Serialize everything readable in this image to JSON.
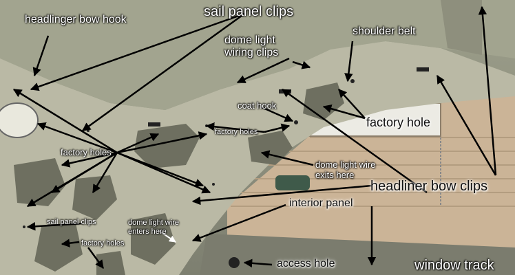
{
  "image": {
    "subject": "Car interior rear roof structure with annotated clips and holes",
    "colors": {
      "metal": "#b9b8a4",
      "shadow": "#6e6f60",
      "siding": "#cbb497",
      "window": "#ece9e1",
      "arrow": "#000000"
    }
  },
  "labels": {
    "headliner_bow_hook": "headlinger bow hook",
    "sail_panel_clips_top": "sail panel clips",
    "dome_light_wiring_clips": "dome light\nwiring clips",
    "shoulder_belt": "shoulder belt",
    "coat_hook": "coat hook",
    "factory_holes_mid": "factory holes",
    "factory_hole": "factory hole",
    "factory_holes_left": "factory holes",
    "dome_light_wire_exits": "dome light wire\nexits here",
    "headliner_bow_clips": "headliner bow clips",
    "interior_panel": "interior panel",
    "sail_panel_clips_low": "sail panel clips",
    "dome_light_wire_enters": "dome light wire\nenters here",
    "factory_holes_low": "factory holes",
    "access_hole": "access hole",
    "window_track": "window track"
  }
}
